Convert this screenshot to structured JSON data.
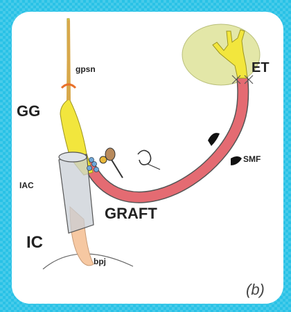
{
  "labels": {
    "gpsn": "gpsn",
    "gg": "GG",
    "iac": "IAC",
    "ic": "IC",
    "bpj": "bpj",
    "graft": "GRAFT",
    "smf": "SMF",
    "et": "ET",
    "panel": "(b)"
  },
  "colors": {
    "frame": "#29c2e6",
    "nerve": "#f2e63d",
    "graft": "#e46b72",
    "parotid": "#e3e7a8",
    "canal": "#c9cfd6",
    "brainstem_root": "#f6c8a2",
    "clip": "#e8722b"
  }
}
